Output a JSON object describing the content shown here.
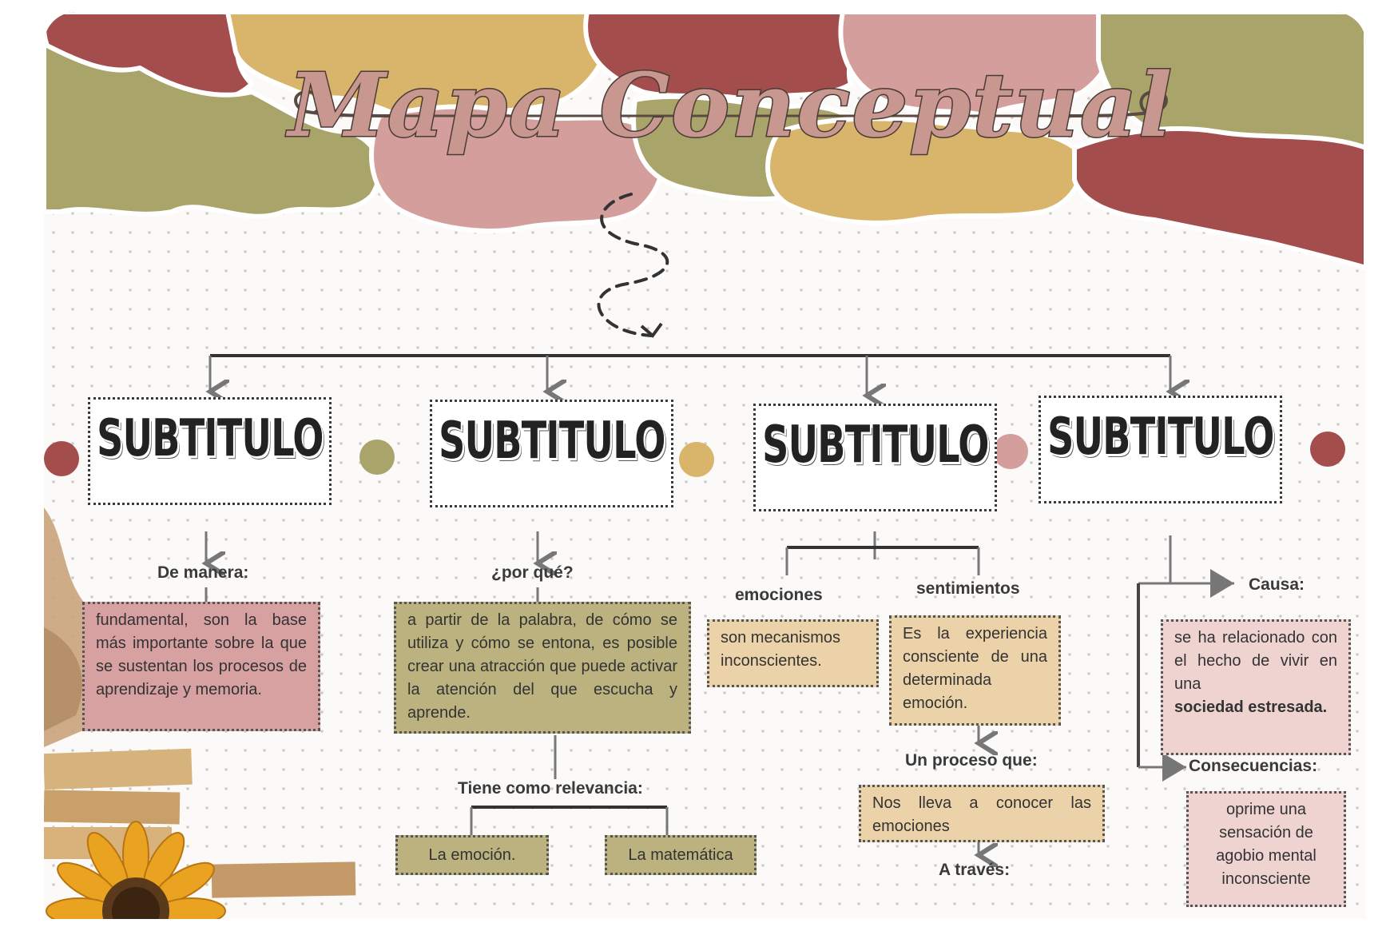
{
  "title": "Mapa Conceptual",
  "colors": {
    "red": "#a34d4d",
    "olive": "#a9a46a",
    "mustard": "#d9b56c",
    "pink": "#d49e9c",
    "box_pink": "#d7a1a2",
    "box_olive": "#bcb27f",
    "box_tan": "#ecd2a8",
    "box_light_pink": "#eed3d1"
  },
  "subtitles": [
    "SUBTITULO",
    "SUBTITULO",
    "SUBTITULO",
    "SUBTITULO"
  ],
  "col1": {
    "label": "De manera:",
    "text": "fundamental, son la base más importante sobre la que se sustentan los procesos de aprendizaje y memoria."
  },
  "col2": {
    "label": "¿por qué?",
    "text": "a partir de la palabra, de cómo se utiliza y cómo se entona, es posible crear una atracción que puede activar la atención del que escucha y aprende.",
    "relevance_label": "Tiene como relevancia:",
    "items": [
      "La emoción.",
      "La matemática"
    ]
  },
  "col3": {
    "left_label": "emociones",
    "left_text": "son mecanismos inconscientes.",
    "right_label": "sentimientos",
    "right_text": "Es la experiencia consciente de una determinada emoción.",
    "process_label": "Un proceso que:",
    "process_text": "Nos lleva a conocer las emociones",
    "through_label": "A través:"
  },
  "col4": {
    "cause_label": "Causa:",
    "cause_text_plain": "se ha relacionado con el hecho de vivir en una",
    "cause_text_bold": "sociedad estresada.",
    "consequences_label": "Consecuencias:",
    "consequences_text": "oprime una sensación de agobio mental inconsciente"
  },
  "icons": [
    "dashed-swirl-arrow-icon",
    "sunflower-icon"
  ]
}
